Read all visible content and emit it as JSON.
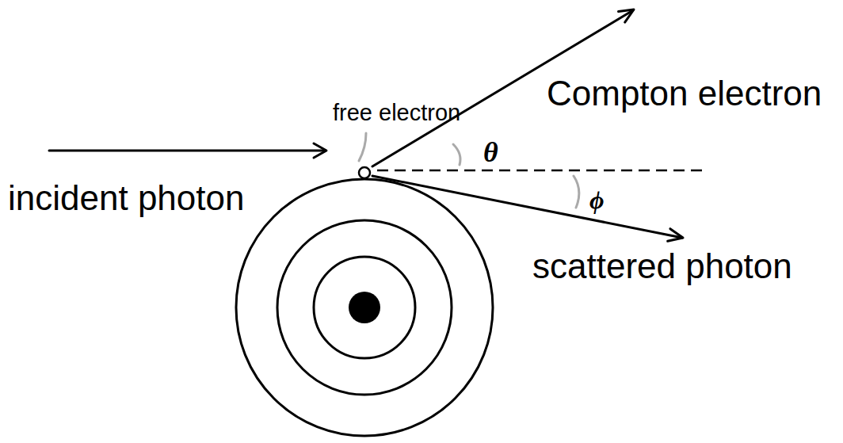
{
  "diagram": {
    "labels": [
      "Compton electron",
      "free electron",
      "θ",
      "incident photon",
      "ϕ",
      "scattered photon"
    ]
  }
}
